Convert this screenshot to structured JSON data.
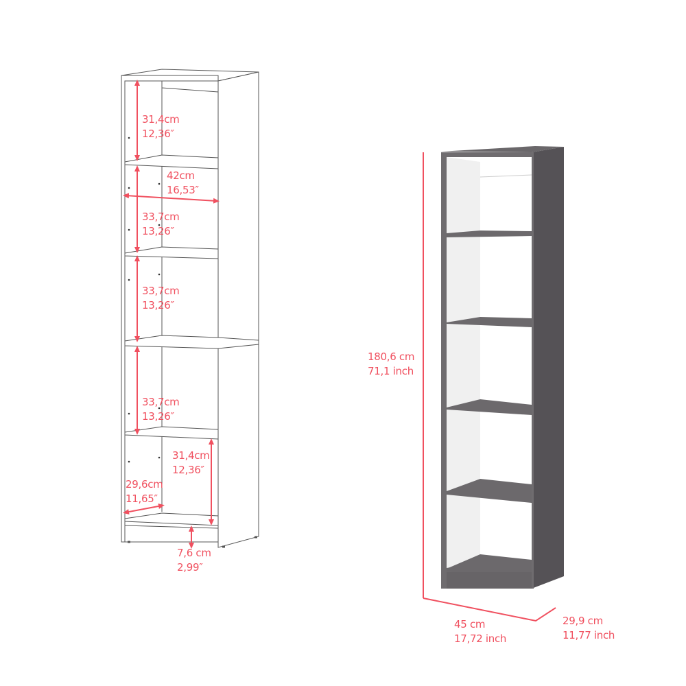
{
  "diagram": {
    "type": "product-dimension-drawing",
    "subject": "5-tier bookcase",
    "accent_color": "#f0505f",
    "body_color": "#605d60",
    "interior_color": "#ffffff"
  },
  "left_drawing": {
    "labels": [
      {
        "id": "top-shelf-height",
        "metric": "31,4cm",
        "imperial": "12,36″"
      },
      {
        "id": "inner-width",
        "metric": "42cm",
        "imperial": "16,53″"
      },
      {
        "id": "shelf-2-height",
        "metric": "33,7cm",
        "imperial": "13,26″"
      },
      {
        "id": "shelf-3-height",
        "metric": "33,7cm",
        "imperial": "13,26″"
      },
      {
        "id": "shelf-4-height",
        "metric": "33,7cm",
        "imperial": "13,26″"
      },
      {
        "id": "bottom-shelf-height",
        "metric": "31,4cm",
        "imperial": "12,36″"
      },
      {
        "id": "shelf-depth",
        "metric": "29,6cm",
        "imperial": "11,65″"
      },
      {
        "id": "base-height",
        "metric": "7,6 cm",
        "imperial": "2,99″"
      }
    ]
  },
  "right_drawing": {
    "labels": [
      {
        "id": "total-height",
        "metric": "180,6 cm",
        "imperial": "71,1 inch"
      },
      {
        "id": "total-width",
        "metric": "45 cm",
        "imperial": "17,72  inch"
      },
      {
        "id": "total-depth",
        "metric": "29,9 cm",
        "imperial": "11,77 inch"
      }
    ]
  }
}
